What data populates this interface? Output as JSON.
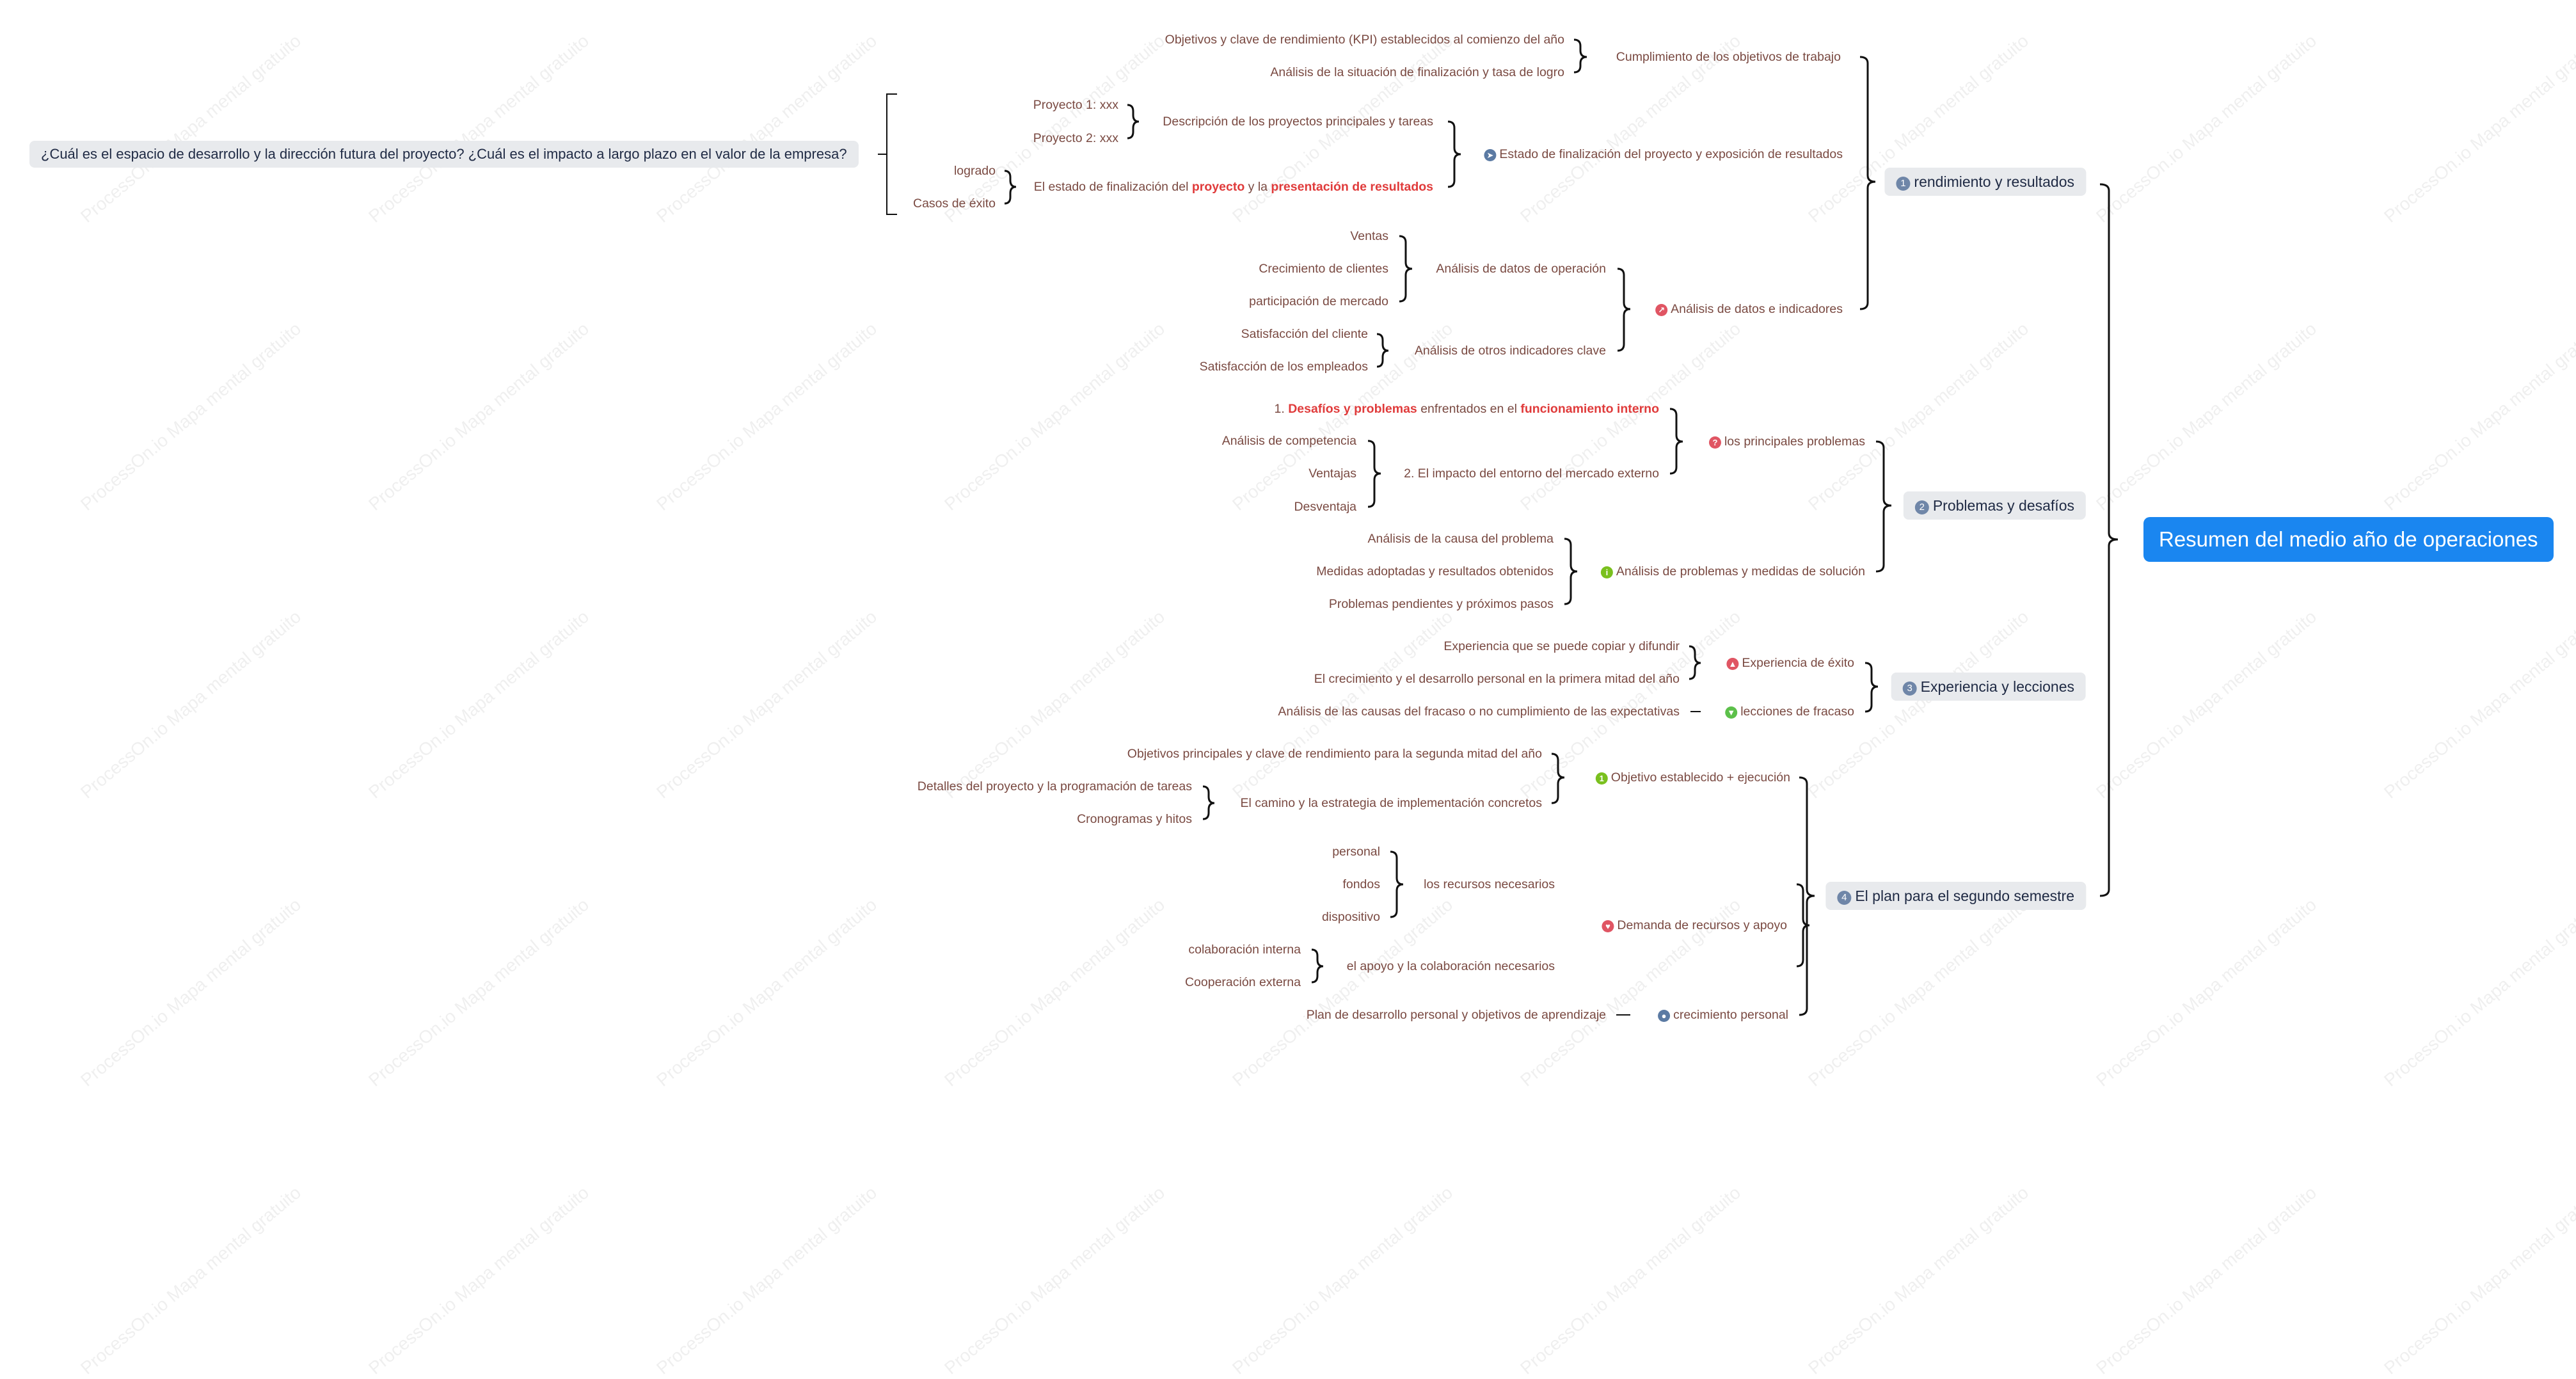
{
  "watermark": "ProcessOn.io Mapa mental gratuito",
  "root": "Resumen del medio año de operaciones",
  "sections": {
    "s1": {
      "num": "1",
      "label": "rendimiento y resultados"
    },
    "s2": {
      "num": "2",
      "label": "Problemas y desafíos"
    },
    "s3": {
      "num": "3",
      "label": "Experiencia y lecciones"
    },
    "s4": {
      "num": "4",
      "label": "El plan para el segundo semestre"
    }
  },
  "colors": {
    "root": "#1a86f0",
    "pill": "#e8eaed",
    "leaf_text": "#7a4a42",
    "highlight": "#e03b3b"
  },
  "s1": {
    "a": {
      "label": "Cumplimiento de los objetivos de trabajo",
      "c1": "Objetivos y clave de rendimiento (KPI) establecidos al comienzo del año",
      "c2": "Análisis de la situación de finalización y tasa de logro"
    },
    "b": {
      "icon": "compass-icon",
      "label": "Estado de finalización del proyecto y exposición de resultados",
      "b1": {
        "label": "Descripción de los proyectos principales y tareas",
        "c1": "Proyecto 1: xxx",
        "c2": "Proyecto 2: xxx"
      },
      "b2": {
        "pre": "El estado de finalización del ",
        "h1": "proyecto",
        "mid": " y la ",
        "h2": "presentación de resultados",
        "c1": "logrado",
        "c2": "Casos de éxito"
      },
      "note": "¿Cuál es el espacio de desarrollo y la dirección futura del proyecto? ¿Cuál es el impacto a largo plazo en el valor de la empresa?"
    },
    "c": {
      "icon": "chart-icon",
      "label": "Análisis de datos e indicadores",
      "c1": {
        "label": "Análisis de datos de operación",
        "items": [
          "Ventas",
          "Crecimiento de clientes",
          "participación de mercado"
        ]
      },
      "c2": {
        "label": "Análisis de otros indicadores clave",
        "items": [
          "Satisfacción del cliente",
          "Satisfacción de los empleados"
        ]
      }
    }
  },
  "s2": {
    "a": {
      "icon": "question-icon",
      "label": "los principales problemas",
      "a1": {
        "pre": "1. ",
        "h1": "Desafíos y problemas",
        "mid": " enfrentados en el ",
        "h2": "funcionamiento interno"
      },
      "a2": {
        "label": "2. El impacto del entorno del mercado externo",
        "items": [
          "Análisis de competencia",
          "Ventajas",
          "Desventaja"
        ]
      }
    },
    "b": {
      "icon": "info-icon",
      "label": "Análisis de problemas y medidas de solución",
      "items": [
        "Análisis de la causa del problema",
        "Medidas adoptadas y resultados obtenidos",
        "Problemas pendientes y próximos pasos"
      ]
    }
  },
  "s3": {
    "a": {
      "icon": "thumbs-up-icon",
      "label": "Experiencia de éxito",
      "items": [
        "Experiencia que se puede copiar y difundir",
        "El crecimiento y el desarrollo personal en la primera mitad del año"
      ]
    },
    "b": {
      "icon": "thumbs-down-icon",
      "label": "lecciones de fracaso",
      "items": [
        "Análisis de las causas del fracaso o no cumplimiento de las expectativas"
      ]
    }
  },
  "s4": {
    "a": {
      "icon": "number-one-icon",
      "icon_text": "1",
      "label": "Objetivo establecido + ejecución",
      "a1": "Objetivos principales y clave de rendimiento para la segunda mitad del año",
      "a2": {
        "label": "El camino y la estrategia de implementación concretos",
        "items": [
          "Detalles del proyecto y la programación de tareas",
          "Cronogramas y hitos"
        ]
      }
    },
    "b": {
      "icon": "heart-icon",
      "label": "Demanda de recursos y apoyo",
      "b1": {
        "label": "los recursos necesarios",
        "items": [
          "personal",
          "fondos",
          "dispositivo"
        ]
      },
      "b2": {
        "label": "el apoyo y la colaboración necesarios",
        "items": [
          "colaboración interna",
          "Cooperación externa"
        ]
      }
    },
    "c": {
      "icon": "person-icon",
      "label": "crecimiento personal",
      "items": [
        "Plan de desarrollo personal y objetivos de aprendizaje"
      ]
    }
  }
}
